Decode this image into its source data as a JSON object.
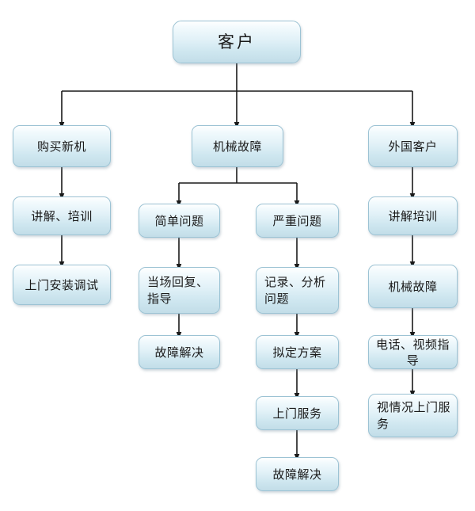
{
  "diagram": {
    "title_node": "客户",
    "background_color": "#ffffff",
    "node_fill_top": "#ffffff",
    "node_fill_bottom": "#c2dde8",
    "node_border_color": "#9cc3d4",
    "edge_color": "#1a1a1a",
    "nodes": {
      "root": "客户",
      "branch_left": "购买新机",
      "branch_middle": "机械故障",
      "branch_right": "外国客户",
      "left_1": "讲解、培训",
      "left_2": "上门安装调试",
      "mid_left_1": "简单问题",
      "mid_left_2": "当场回复、指导",
      "mid_left_3": "故障解决",
      "mid_right_1": "严重问题",
      "mid_right_2": "记录、分析问题",
      "mid_right_3": "拟定方案",
      "mid_right_4": "上门服务",
      "mid_right_5": "故障解决",
      "right_1": "讲解培训",
      "right_2": "机械故障",
      "right_3": "电话、视频指导",
      "right_4": "视情况上门服务"
    }
  }
}
